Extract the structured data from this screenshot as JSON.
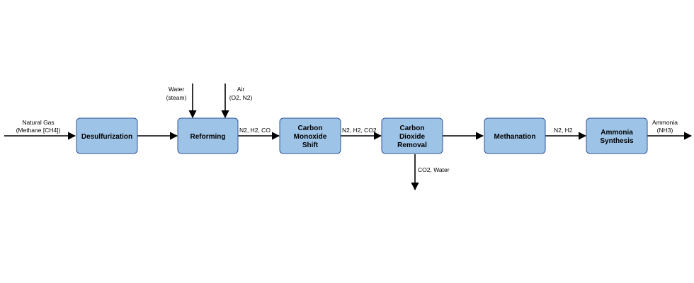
{
  "boxes": {
    "desulfurization": [
      "Desulfurization"
    ],
    "reforming": [
      "Reforming"
    ],
    "co_shift": [
      "Carbon",
      "Monoxide",
      "Shift"
    ],
    "co2_removal": [
      "Carbon",
      "Dioxide",
      "Removal"
    ],
    "methanation": [
      "Methanation"
    ],
    "ammonia_synthesis": [
      "Ammonia",
      "Synthesis"
    ]
  },
  "labels": {
    "natural_gas": [
      "Natural Gas",
      "(Methane [CH4])"
    ],
    "water": [
      "Water",
      "(steam)"
    ],
    "air": [
      "Air",
      "(O2, N2)"
    ],
    "after_reforming": "N2, H2, CO",
    "after_shift": "N2, H2, CO2",
    "co2_water": "CO2, Water",
    "after_methanation": "N2, H2",
    "ammonia": [
      "Ammonia",
      "(NH3)"
    ]
  },
  "colors": {
    "box_fill": "#9dc3e6",
    "box_stroke": "#2f5597",
    "arrow": "#000000"
  }
}
